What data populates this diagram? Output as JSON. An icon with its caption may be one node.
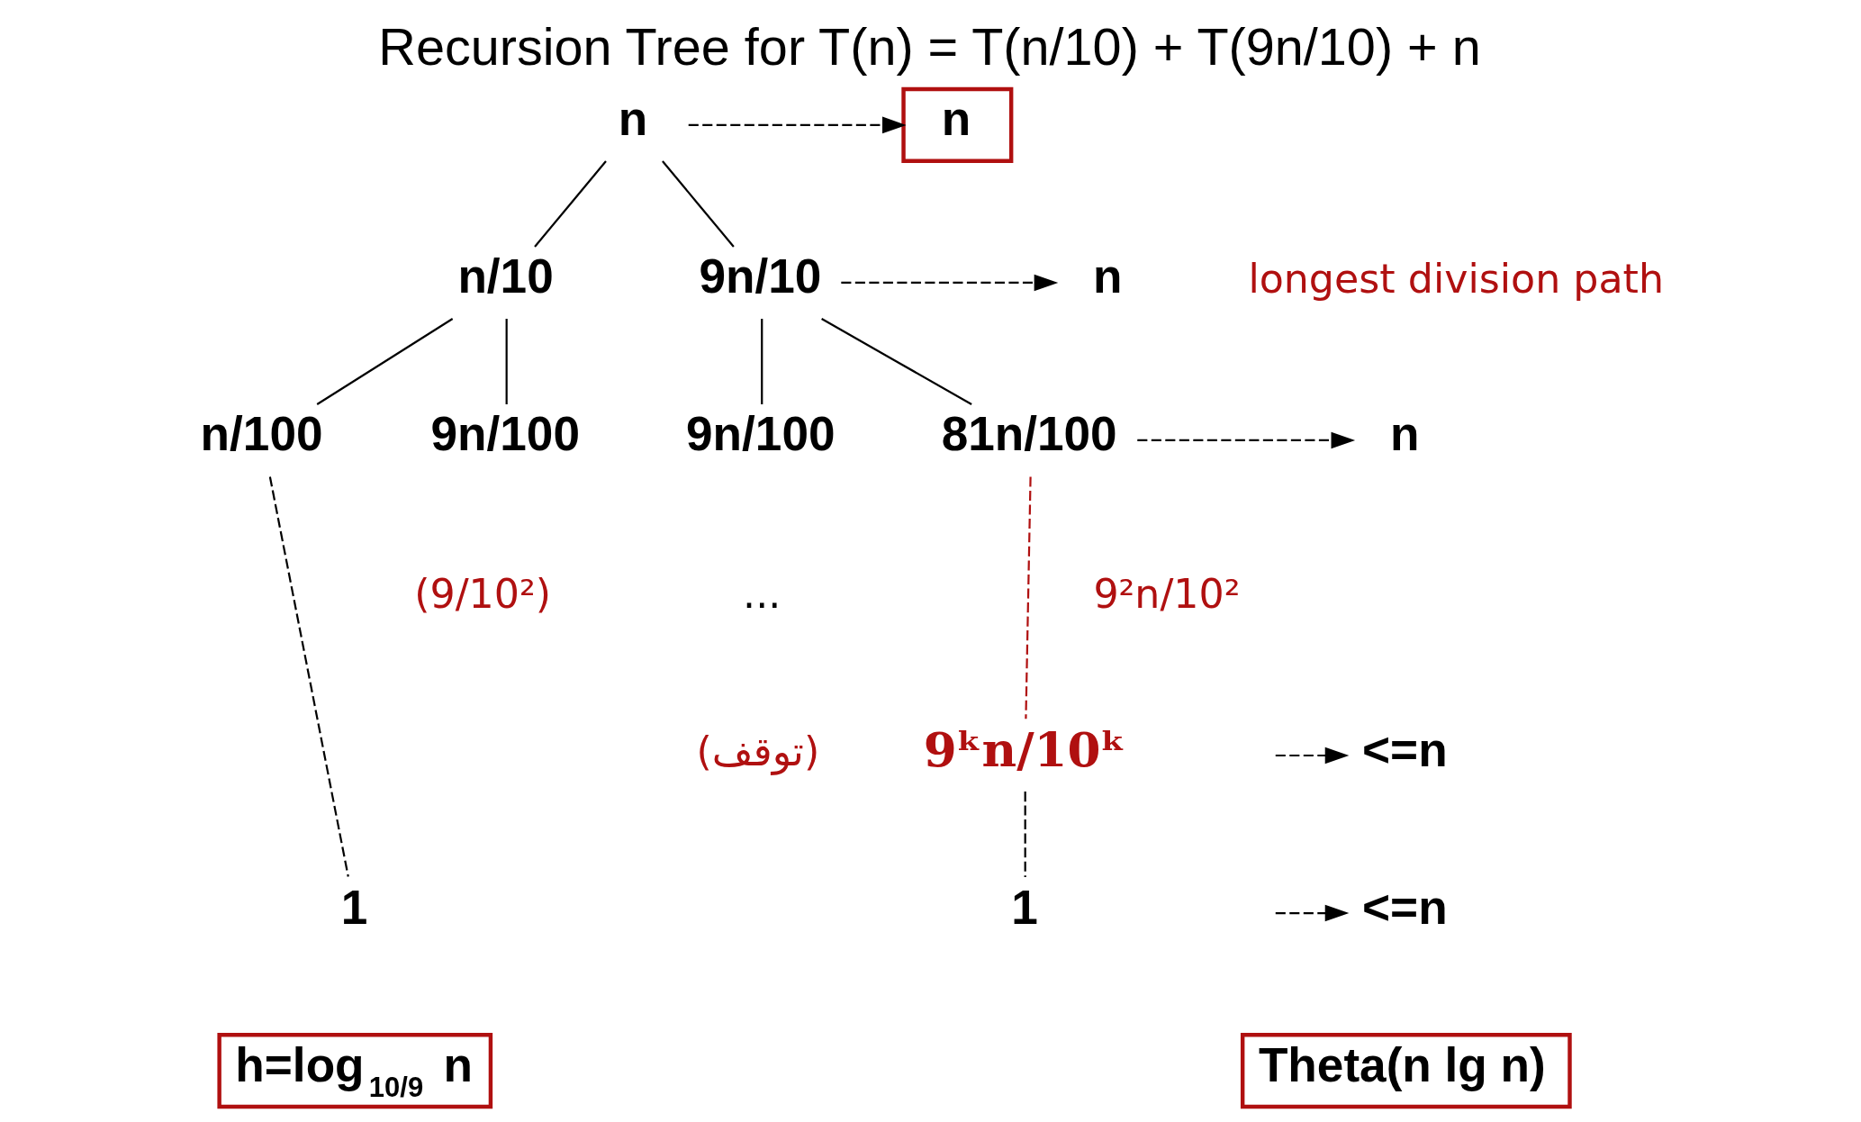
{
  "diagram": {
    "title": "Recursion Tree for T(n) = T(n/10) + T(9n/10) + n",
    "nodes": [
      {
        "text": [
          "n"
        ]
      },
      {
        "text": [
          "n/10"
        ]
      },
      {
        "text": [
          "9n/10"
        ]
      },
      {
        "text": [
          "n/100"
        ]
      },
      {
        "text": [
          "9n/100"
        ]
      },
      {
        "text": [
          "9n/100"
        ]
      },
      {
        "text": [
          "81n/100"
        ]
      },
      {
        "text": [
          "1"
        ]
      },
      {
        "text": [
          "9ᵏn/10ᵏ"
        ]
      },
      {
        "text": [
          "1"
        ]
      },
      {
        "text": [
          "n"
        ]
      },
      {
        "text": [
          "n"
        ]
      },
      {
        "text": [
          "n"
        ]
      },
      {
        "text": [
          "<=n"
        ]
      },
      {
        "text": [
          "<=n"
        ]
      },
      {
        "text": [
          "Theta(n lg n)"
        ]
      },
      {
        "text": [
          "h=log$_{10/9}$ n"
        ]
      }
    ],
    "edges": [
      {
        "from": 0,
        "to": 1,
        "arrow": "none"
      },
      {
        "from": 0,
        "to": 2,
        "arrow": "none"
      },
      {
        "from": 1,
        "to": 3,
        "arrow": "none"
      },
      {
        "from": 1,
        "to": 4,
        "arrow": "none"
      },
      {
        "from": 2,
        "to": 5,
        "arrow": "none"
      },
      {
        "from": 2,
        "to": 6,
        "arrow": "none"
      },
      {
        "from": 3,
        "to": 7,
        "arrow": "none",
        "style": "dashed"
      },
      {
        "from": 6,
        "to": 8,
        "arrow": "none",
        "style": "dashed",
        "color": "#b01010"
      },
      {
        "from": 8,
        "to": 9,
        "arrow": "none",
        "style": "dashed"
      },
      {
        "from": 0,
        "to": 10,
        "arrow": "to",
        "style": "dashed"
      },
      {
        "from": 2,
        "to": 11,
        "arrow": "to",
        "style": "dashed"
      },
      {
        "from": 6,
        "to": 12,
        "arrow": "to",
        "style": "dashed"
      },
      {
        "from": null,
        "to": 13,
        "arrow": "to",
        "style": "dashed"
      },
      {
        "from": null,
        "to": 14,
        "arrow": "to",
        "style": "dashed"
      }
    ],
    "labels": [
      "longest division path",
      "(9/10²)",
      "9²n/10²",
      "...",
      "(توقف)"
    ]
  }
}
